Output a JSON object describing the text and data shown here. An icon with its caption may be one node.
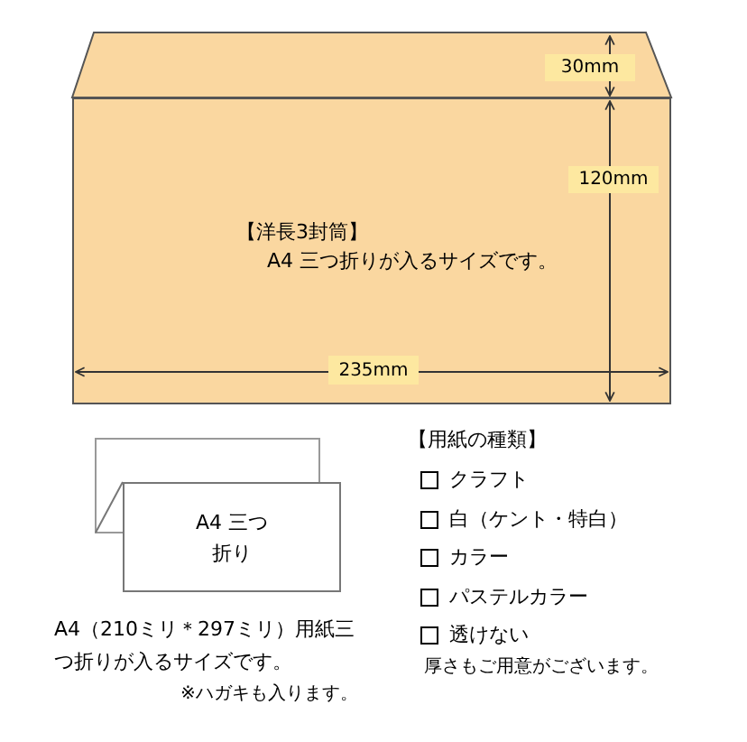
{
  "diagram": {
    "nodes": [
      {
        "text": [
          "【洋長3封筒】",
          "A4 三つ折りが入るサイズです。"
        ]
      },
      {
        "text": [
          "A4 三つ折り"
        ]
      }
    ],
    "labels": [
      "30mm",
      "120mm",
      "235mm",
      "【用紙の種類】",
      "クラフト",
      "白（ケント・特白）",
      "カラー",
      "パステルカラー",
      "透けない",
      "厚さもご用意がございます。",
      "A4（210ミリ＊297ミリ）用紙三つ折りが入るサイズです。",
      "※ハガキも入ります。"
    ]
  }
}
